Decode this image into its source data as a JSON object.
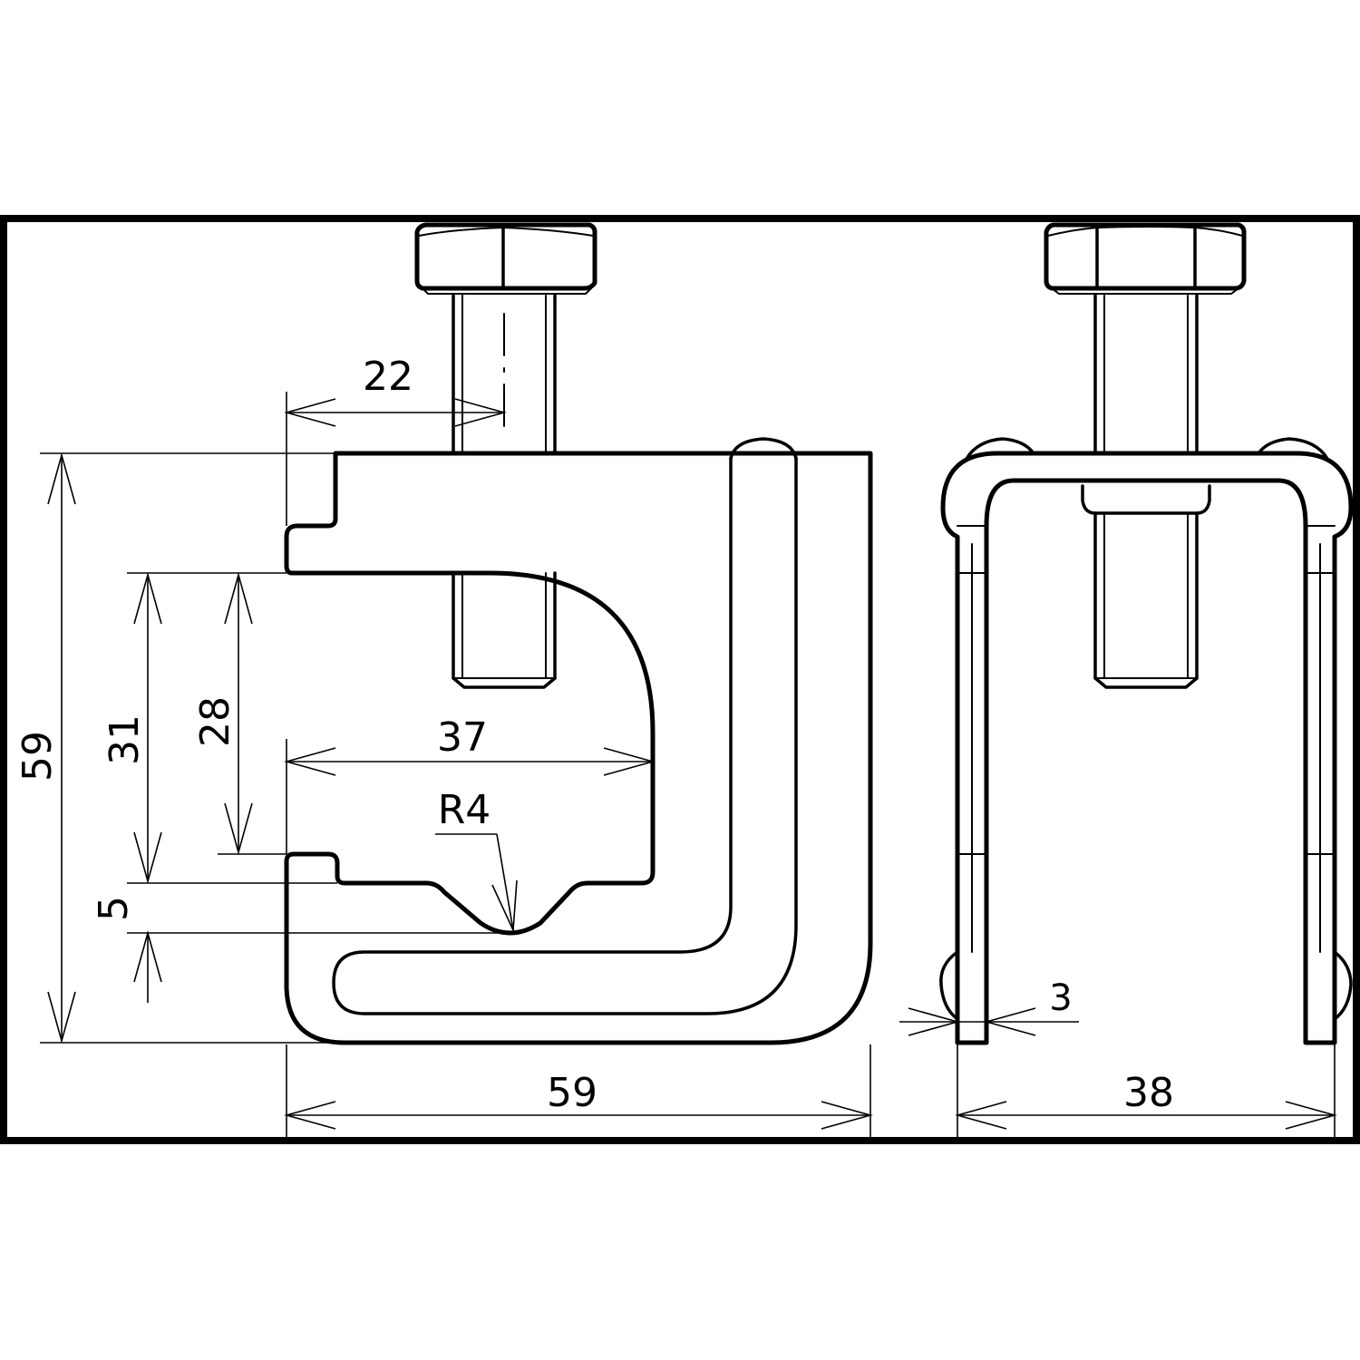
{
  "dimensions": {
    "bolt_offset": "22",
    "total_height": "59",
    "jaw_opening_outer": "31",
    "jaw_opening_inner": "28",
    "jaw_depth": "37",
    "groove_radius": "R4",
    "groove_depth": "5",
    "total_width": "59",
    "material_thickness": "3",
    "side_width": "38"
  }
}
